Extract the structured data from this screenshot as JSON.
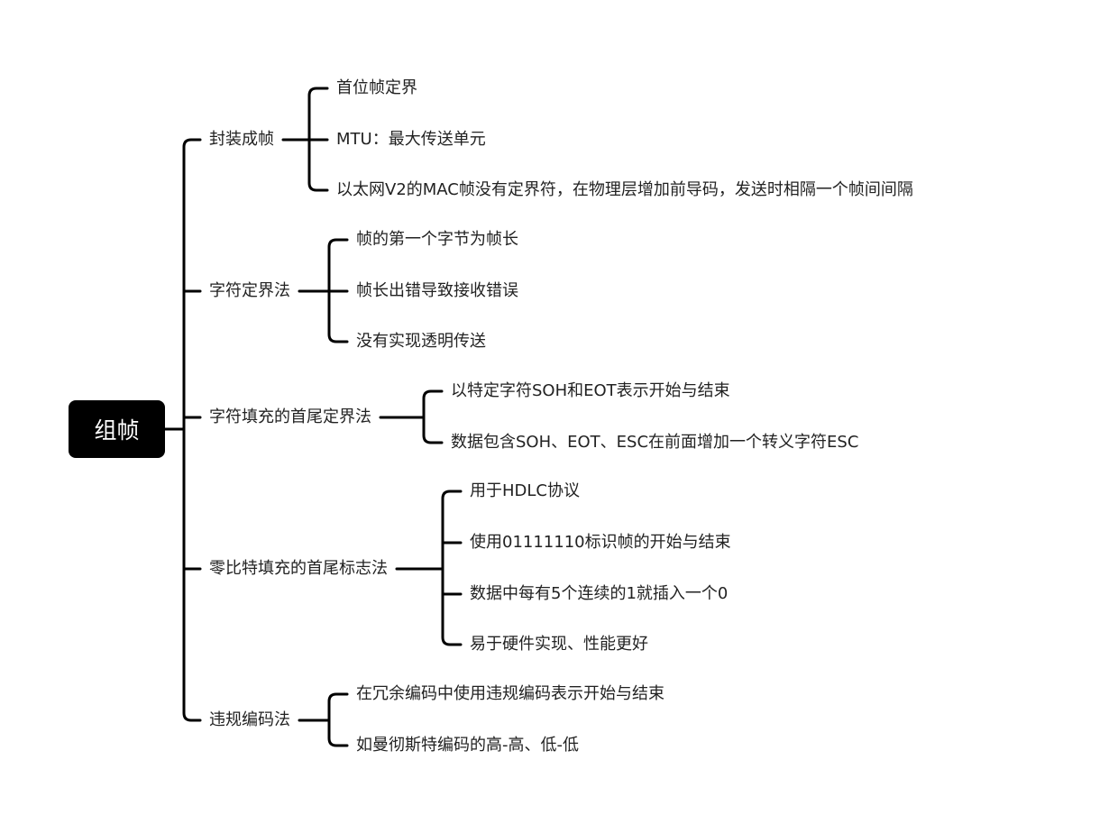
{
  "root": {
    "label": "组帧"
  },
  "branches": [
    {
      "label": "封装成帧",
      "children": [
        "首位帧定界",
        "MTU：最大传送单元",
        "以太网V2的MAC帧没有定界符，在物理层增加前导码，发送时相隔一个帧间间隔"
      ]
    },
    {
      "label": "字符定界法",
      "children": [
        "帧的第一个字节为帧长",
        "帧长出错导致接收错误",
        "没有实现透明传送"
      ]
    },
    {
      "label": "字符填充的首尾定界法",
      "children": [
        "以特定字符SOH和EOT表示开始与结束",
        "数据包含SOH、EOT、ESC在前面增加一个转义字符ESC"
      ]
    },
    {
      "label": "零比特填充的首尾标志法",
      "children": [
        "用于HDLC协议",
        "使用01111110标识帧的开始与结束",
        "数据中每有5个连续的1就插入一个0",
        "易于硬件实现、性能更好"
      ]
    },
    {
      "label": "违规编码法",
      "children": [
        "在冗余编码中使用违规编码表示开始与结束",
        "如曼彻斯特编码的高-高、低-低"
      ]
    }
  ],
  "colors": {
    "line": "#000000",
    "root_bg": "#000000",
    "root_text": "#ffffff"
  }
}
